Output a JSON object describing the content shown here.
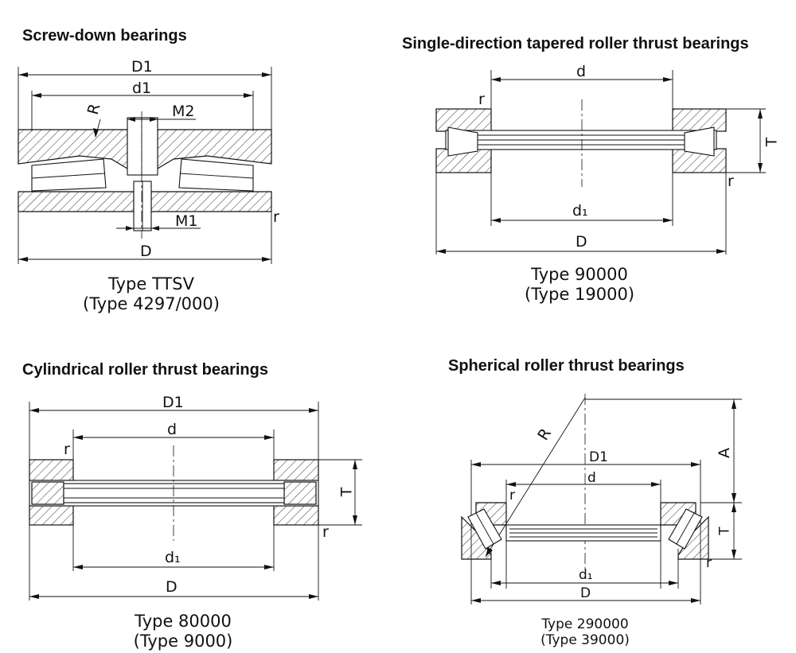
{
  "sections": [
    {
      "title": "Screw-down bearings",
      "caption_line1": "Type TTSV",
      "caption_line2": "(Type 4297/000)",
      "labels": {
        "D1": "D1",
        "d1": "d1",
        "R": "R",
        "M2": "M2",
        "M1": "M1",
        "r": "r",
        "D": "D"
      }
    },
    {
      "title": "Single-direction tapered roller thrust bearings",
      "caption_line1": "Type 90000",
      "caption_line2": "(Type 19000)",
      "labels": {
        "d": "d",
        "r_top": "r",
        "T": "T",
        "r_bottom": "r",
        "d1": "d₁",
        "D": "D"
      }
    },
    {
      "title": "Cylindrical roller thrust bearings",
      "caption_line1": "Type 80000",
      "caption_line2": "(Type 9000)",
      "labels": {
        "D1": "D1",
        "d": "d",
        "r_top": "r",
        "T": "T",
        "r_bottom": "r",
        "d1": "d₁",
        "D": "D"
      }
    },
    {
      "title": "Spherical roller thrust bearings",
      "caption_line1": "Type 290000",
      "caption_line2": "(Type 39000)",
      "labels": {
        "R": "R",
        "A": "A",
        "D1": "D1",
        "d": "d",
        "r_top": "r",
        "T": "T",
        "r_bottom": "r",
        "d1": "d₁",
        "D": "D"
      }
    }
  ]
}
